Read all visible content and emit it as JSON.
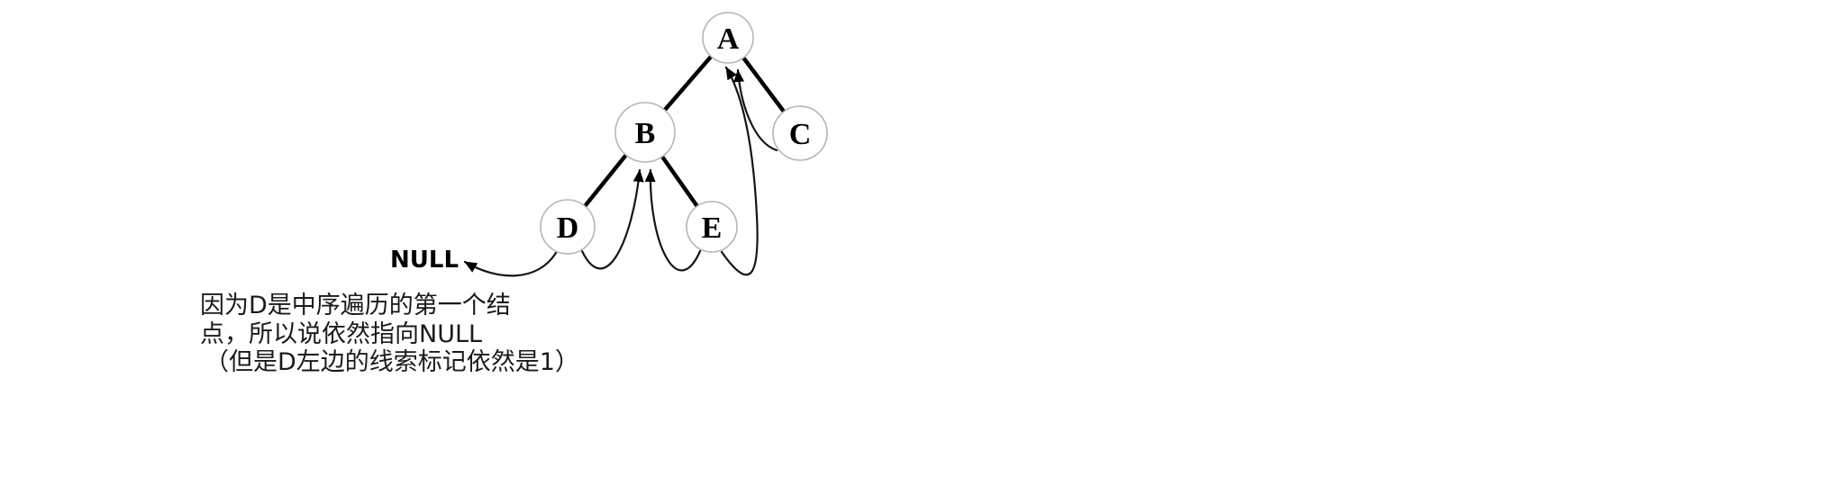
{
  "diagram": {
    "nodes": [
      {
        "label": "A"
      },
      {
        "label": "B"
      },
      {
        "label": "C"
      },
      {
        "label": "D"
      },
      {
        "label": "E"
      }
    ],
    "null_label": "NULL",
    "caption": {
      "line1": "因为D是中序遍历的第一个结",
      "line2": "点，所以说依然指向NULL",
      "line3": "（但是D左边的线索标记依然是1）"
    },
    "colors": {
      "node_stroke": "#b5b5b5",
      "edge": "#000000",
      "thread": "#151515",
      "caption_text": "#1a1a1a",
      "caption_highlight": "#fe0000"
    }
  }
}
